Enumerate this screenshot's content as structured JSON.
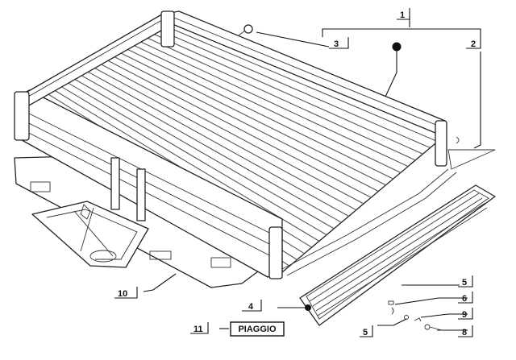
{
  "callouts": [
    {
      "id": "c1",
      "label": "1"
    },
    {
      "id": "c2",
      "label": "2"
    },
    {
      "id": "c3",
      "label": "3"
    },
    {
      "id": "c4",
      "label": "4"
    },
    {
      "id": "c5a",
      "label": "5"
    },
    {
      "id": "c5b",
      "label": "5"
    },
    {
      "id": "c6",
      "label": "6"
    },
    {
      "id": "c8",
      "label": "8"
    },
    {
      "id": "c9",
      "label": "9"
    },
    {
      "id": "c10",
      "label": "10"
    },
    {
      "id": "c11",
      "label": "11"
    }
  ],
  "brand_plate": {
    "text": "PIAGGIO"
  }
}
